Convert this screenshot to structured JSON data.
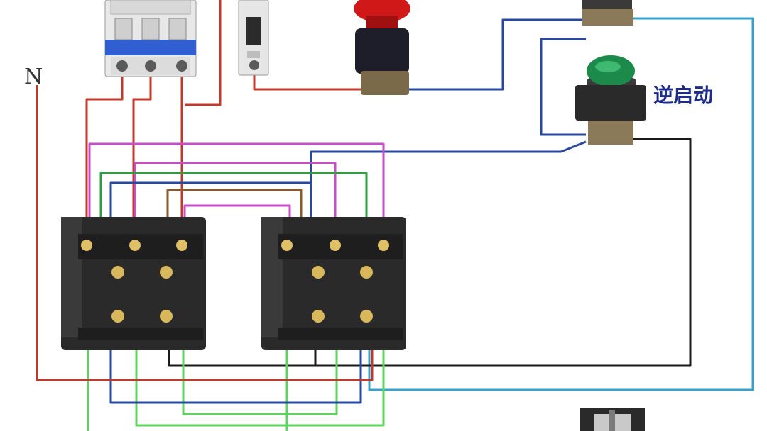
{
  "labels": {
    "neutral": "N",
    "reverse_start": "逆启动"
  },
  "colors": {
    "wire_red": "#c0392b",
    "wire_pink": "#c64fc6",
    "wire_green": "#2e9e3e",
    "wire_bright_green": "#5fd35f",
    "wire_blue": "#274a9e",
    "wire_cyan": "#3aa0c8",
    "wire_black": "#1a1a1a",
    "device_body": "#2a2a2a",
    "breaker_blue": "#2f5fd0",
    "stop_red": "#d01818",
    "start_green": "#1c8a4a"
  },
  "components": [
    {
      "id": "main-breaker",
      "type": "3-pole circuit breaker"
    },
    {
      "id": "control-breaker",
      "type": "1-pole circuit breaker"
    },
    {
      "id": "stop-button",
      "type": "mushroom emergency stop button",
      "color": "red"
    },
    {
      "id": "forward-start-button",
      "type": "push button"
    },
    {
      "id": "reverse-start-button",
      "type": "push button",
      "color": "green"
    },
    {
      "id": "contactor-forward",
      "type": "AC contactor"
    },
    {
      "id": "contactor-reverse",
      "type": "AC contactor"
    },
    {
      "id": "motor",
      "type": "motor"
    }
  ]
}
